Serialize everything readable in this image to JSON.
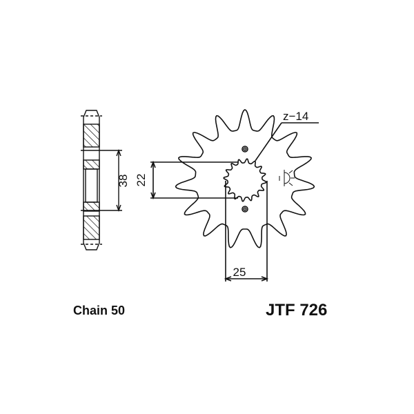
{
  "chain_label": "Chain 50",
  "part_number": "JTF 726",
  "dimensions": {
    "teeth_label": "z−14",
    "bolt_circle": "38",
    "inner_diameter": "22",
    "spline_width": "25"
  },
  "colors": {
    "line": "#111111",
    "background": "#ffffff"
  }
}
